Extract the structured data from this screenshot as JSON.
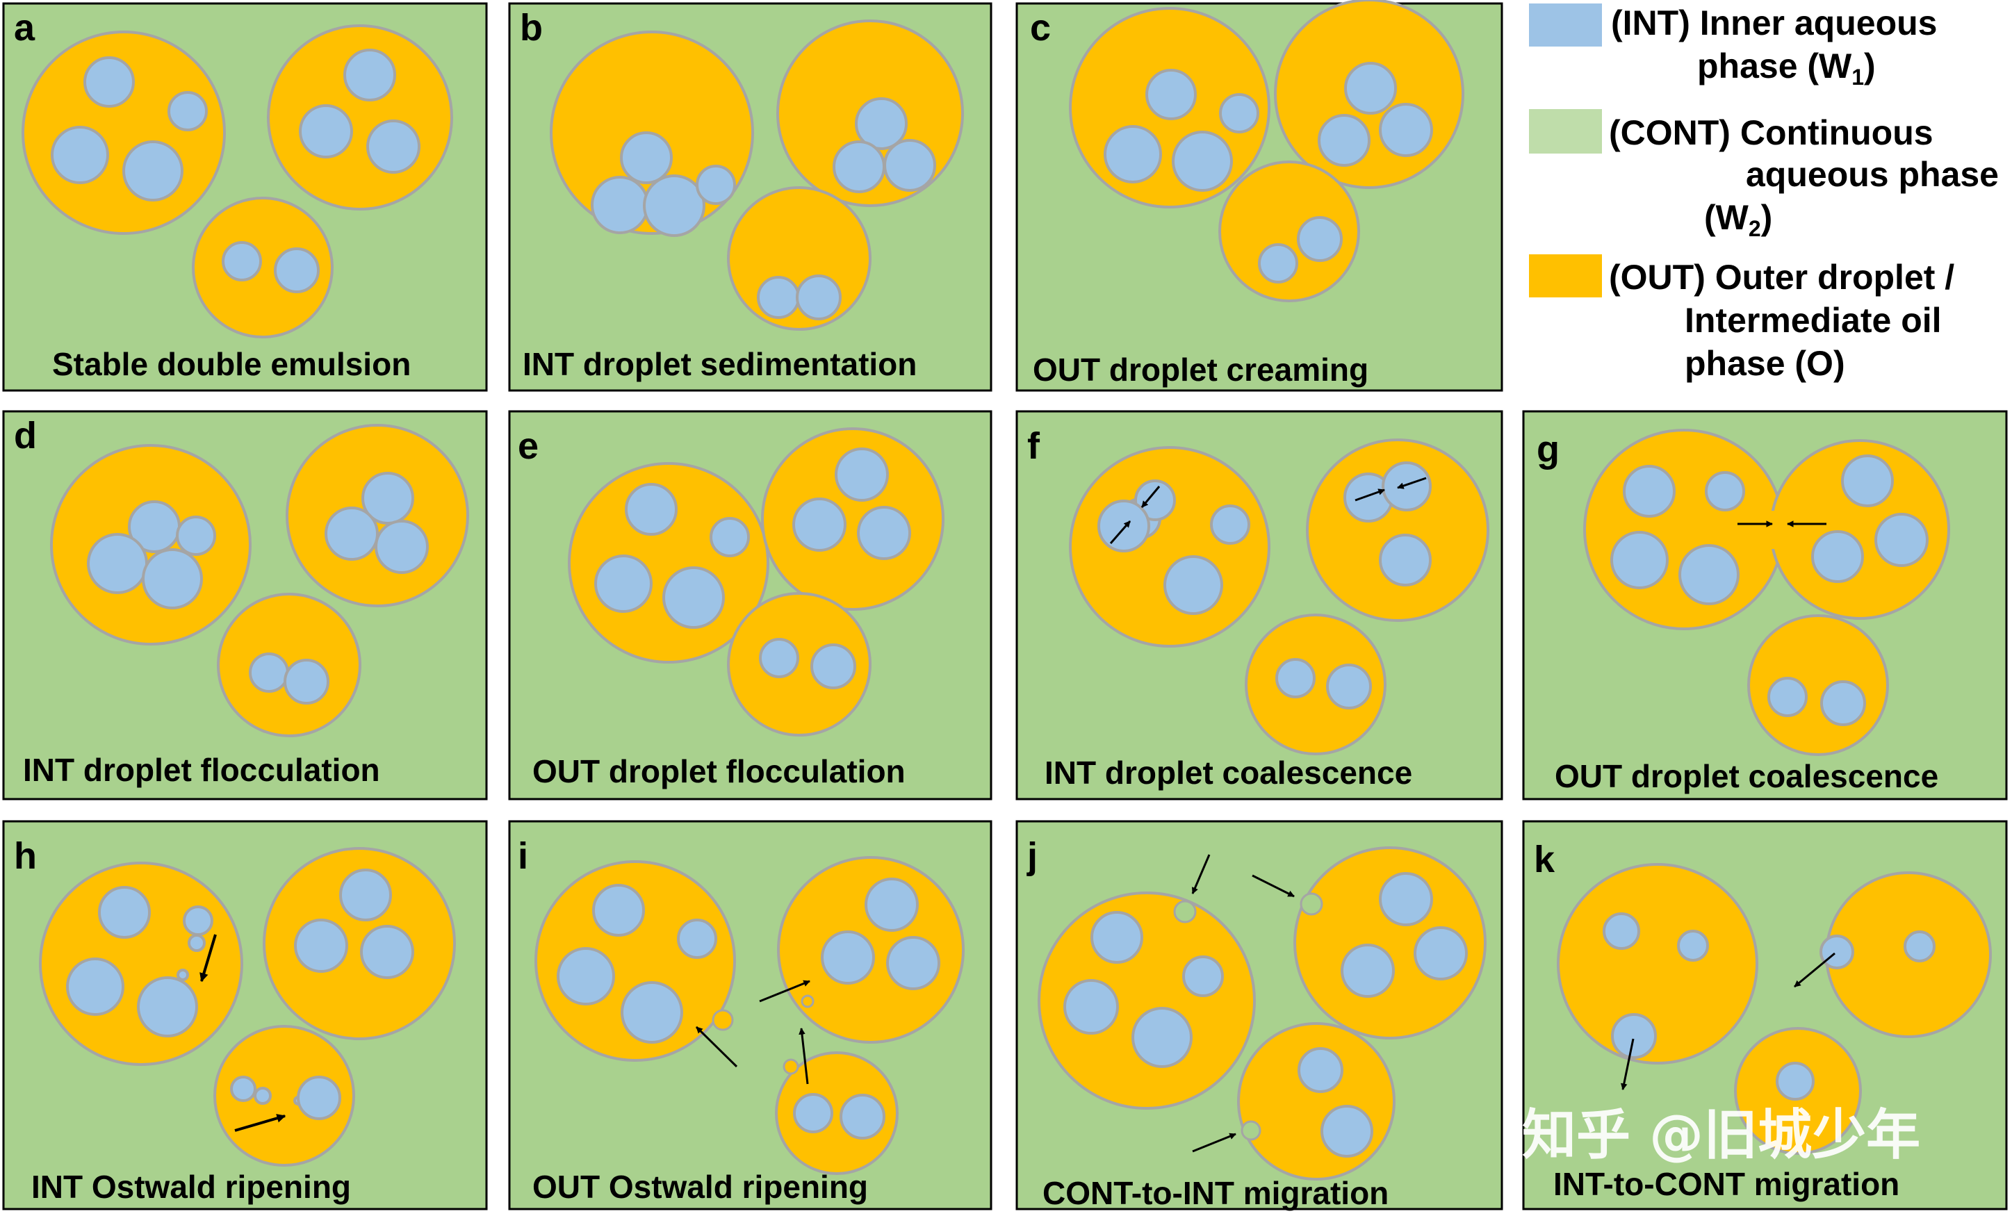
{
  "colors": {
    "continuous_phase": "#a9d18e",
    "outer_droplet": "#ffc000",
    "inner_droplet": "#9dc3e6",
    "outline": "#a5a5a5",
    "border": "#000000"
  },
  "panels": [
    {
      "id": "a",
      "letter": "a",
      "caption": "Stable double emulsion"
    },
    {
      "id": "b",
      "letter": "b",
      "caption": "INT droplet sedimentation"
    },
    {
      "id": "c",
      "letter": "c",
      "caption": "OUT droplet creaming"
    },
    {
      "id": "d",
      "letter": "d",
      "caption": "INT droplet flocculation"
    },
    {
      "id": "e",
      "letter": "e",
      "caption": "OUT droplet flocculation"
    },
    {
      "id": "f",
      "letter": "f",
      "caption": "INT droplet coalescence"
    },
    {
      "id": "g",
      "letter": "g",
      "caption": "OUT droplet coalescence"
    },
    {
      "id": "h",
      "letter": "h",
      "caption": "INT Ostwald ripening"
    },
    {
      "id": "i",
      "letter": "i",
      "caption": "OUT Ostwald ripening"
    },
    {
      "id": "j",
      "letter": "j",
      "caption": "CONT-to-INT migration"
    },
    {
      "id": "k",
      "letter": "k",
      "caption": "INT-to-CONT migration"
    }
  ],
  "legend": {
    "int": {
      "line1": "(INT) Inner aqueous",
      "line2_main": "phase (W",
      "line2_sub": "1",
      "line2_end": ")",
      "icon": "inner-phase-swatch-icon"
    },
    "cont": {
      "line1": "(CONT) Continuous",
      "line2": "aqueous phase",
      "line3_main": "(W",
      "line3_sub": "2",
      "line3_end": ")",
      "icon": "continuous-phase-swatch-icon"
    },
    "out": {
      "line1": "(OUT) Outer droplet /",
      "line2": "Intermediate oil",
      "line3": "phase (O)",
      "icon": "outer-droplet-swatch-icon"
    }
  },
  "watermark": "知乎 @旧城少年"
}
